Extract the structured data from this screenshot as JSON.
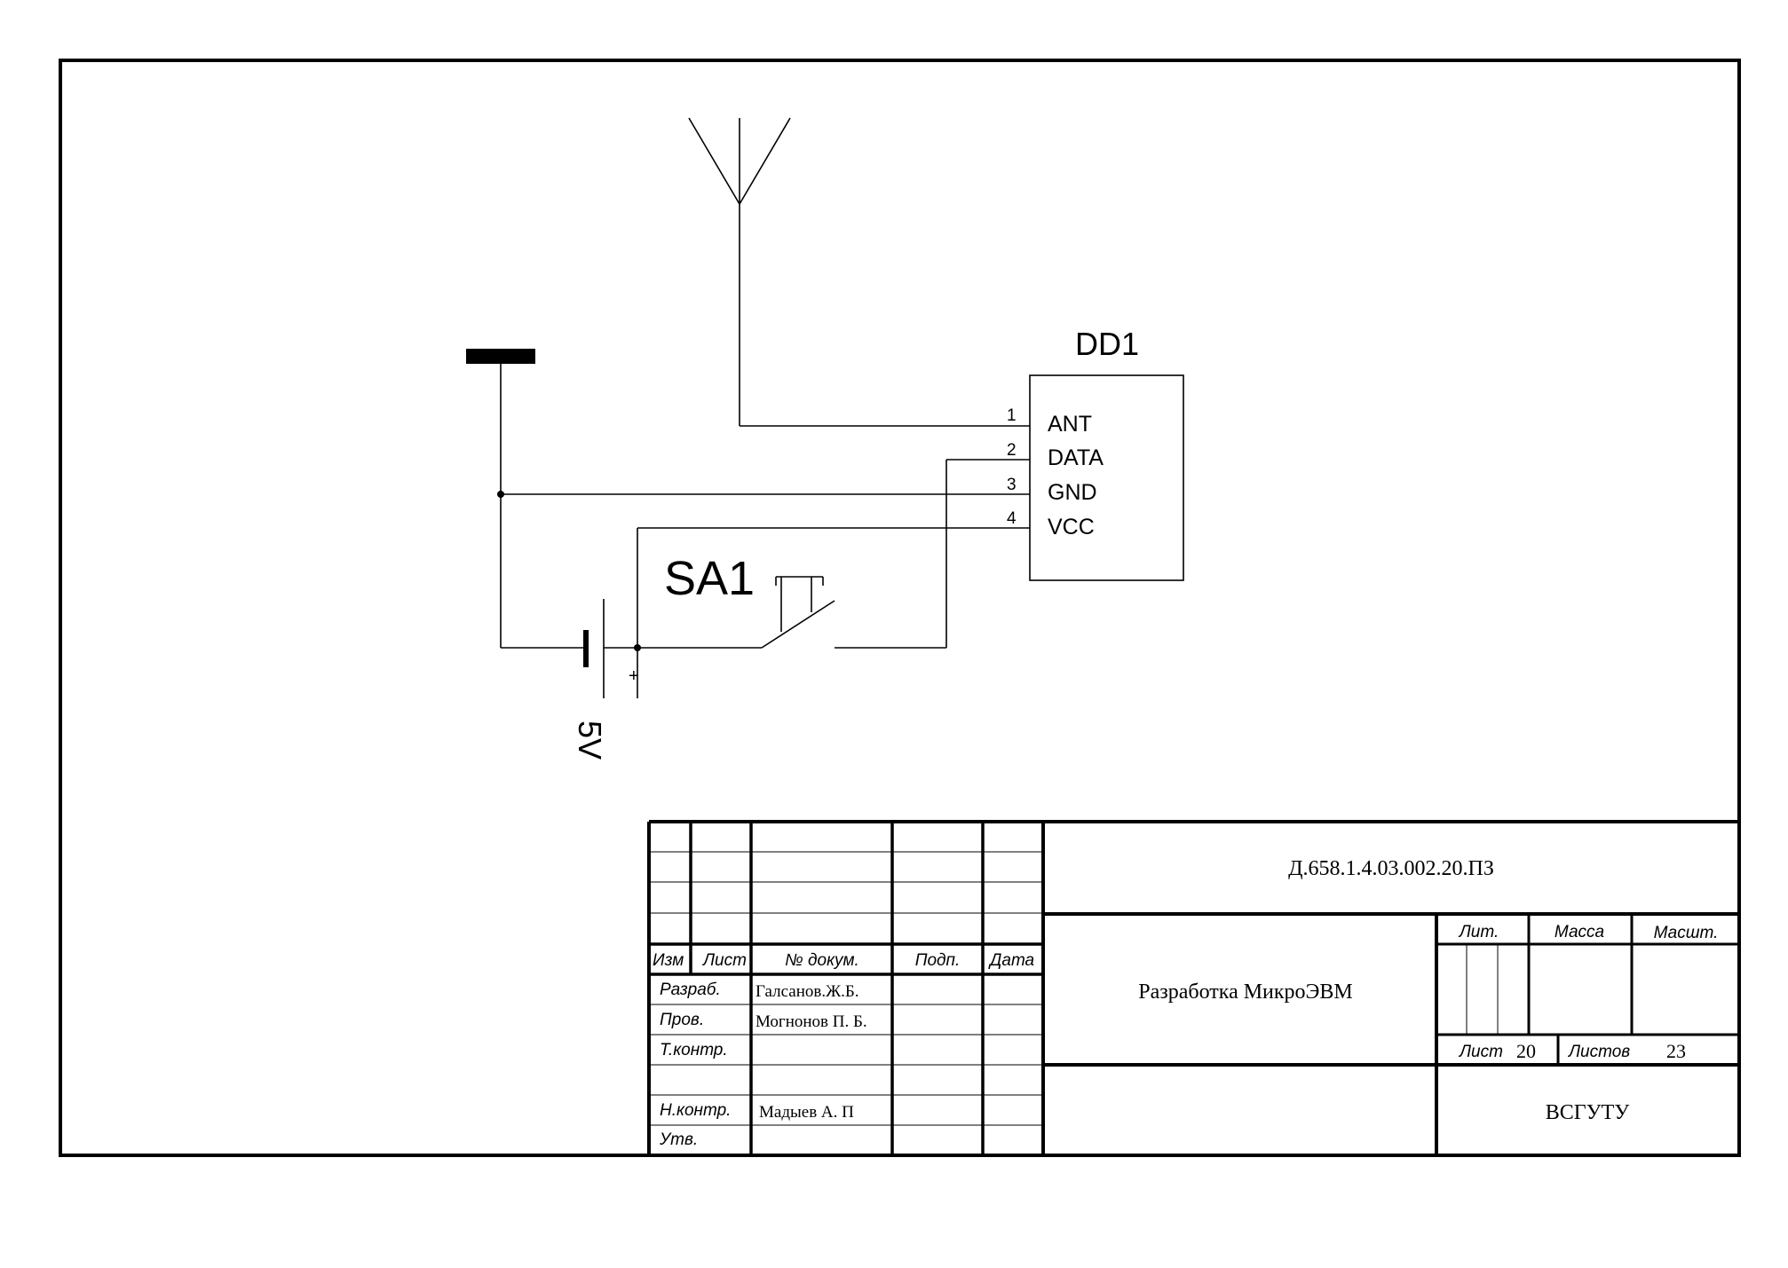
{
  "schematic": {
    "component_ref": "DD1",
    "pins": [
      {
        "number": "1",
        "name": "ANT"
      },
      {
        "number": "2",
        "name": "DATA"
      },
      {
        "number": "3",
        "name": "GND"
      },
      {
        "number": "4",
        "name": "VCC"
      }
    ],
    "switch_ref": "SA1",
    "battery_voltage": "5V",
    "battery_plus": "+"
  },
  "title_block": {
    "doc_code": "Д.658.1.4.03.002.20.ПЗ",
    "headers": {
      "izm": "Изм",
      "list": "Лист",
      "doc_no": "№ докум.",
      "sign": "Подп.",
      "date": "Дата"
    },
    "roles": {
      "developer": "Разраб.",
      "checked": "Пров.",
      "tech_control": "Т.контр.",
      "norm_control": "Н.контр.",
      "approved": "Утв."
    },
    "names": {
      "developer": "Галсанов.Ж.Б.",
      "checked": "Могнонов П. Б.",
      "norm_control": "Мадыев А. П"
    },
    "title": "Разработка МикроЭВМ",
    "lit_label": "Лит.",
    "mass_label": "Масса",
    "scale_label": "Масшт.",
    "sheet_label": "Лист",
    "sheet_value": "20",
    "sheets_label": "Листов",
    "sheets_value": "23",
    "organization": "ВСГУТУ"
  }
}
